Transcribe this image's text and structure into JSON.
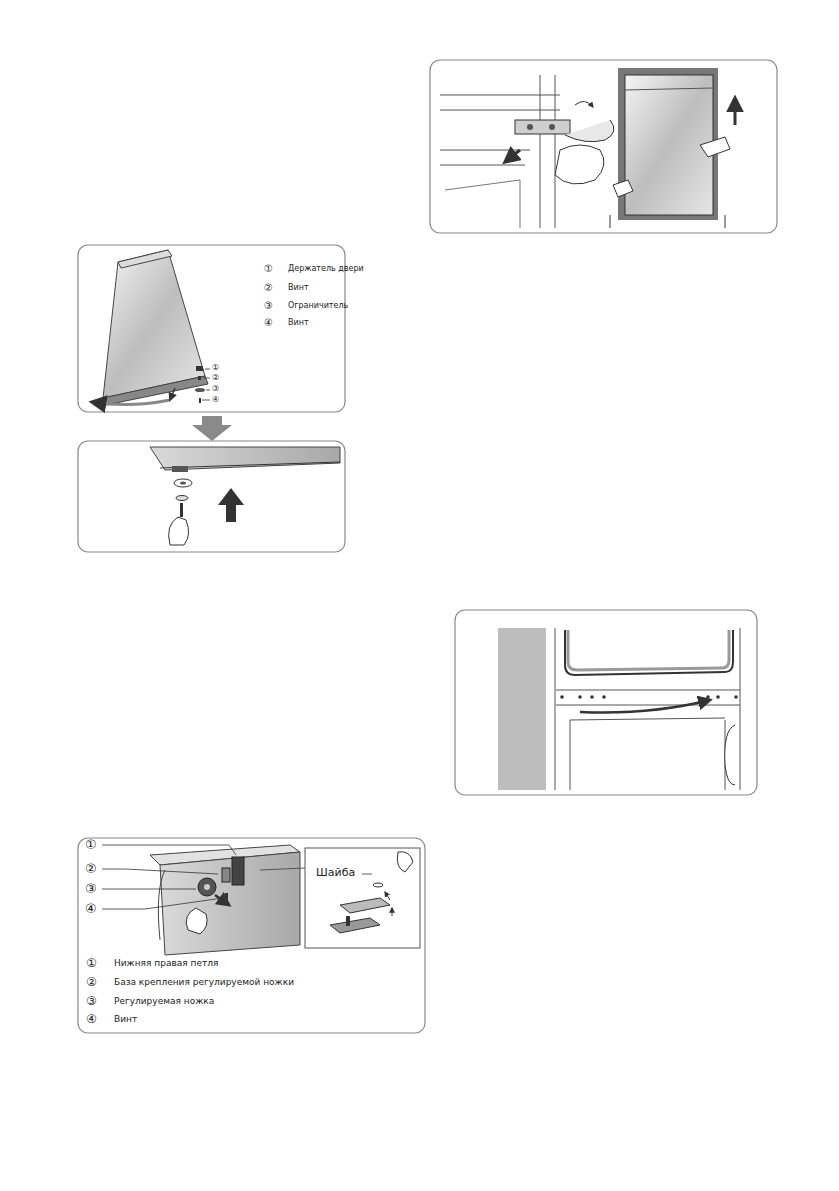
{
  "diagram": {
    "labels": [
      "①",
      "Держатель двери",
      "②",
      "Винт",
      "③",
      "Ограничитель",
      "④",
      "Винт",
      "①",
      "②",
      "③",
      "④",
      "①",
      "②",
      "③",
      "④",
      "Шайба",
      "①",
      "Нижняя правая петля",
      "②",
      "База крепления регулируемой ножки",
      "③",
      "Регулируемая ножка",
      "④",
      "Винт"
    ]
  }
}
